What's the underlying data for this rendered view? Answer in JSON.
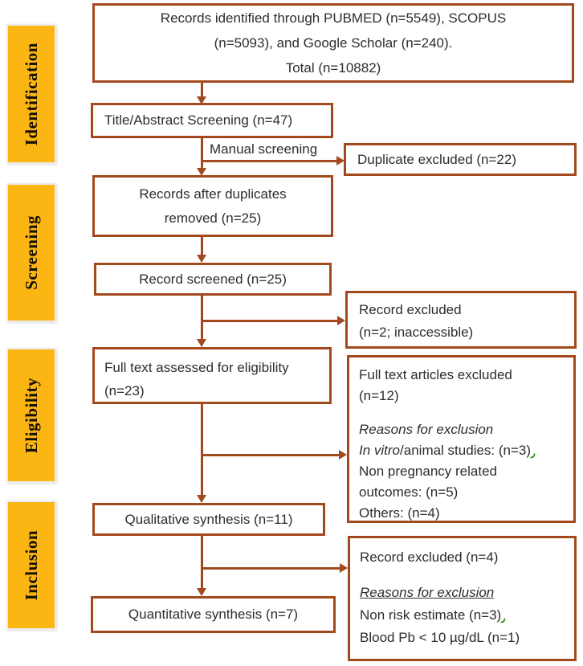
{
  "colors": {
    "box_border": "#a3491e",
    "arrow": "#a3491e",
    "stage_fill": "#fbb614",
    "stage_border": "#ececec",
    "text": "#2d2d2d",
    "artifact_green": "#3e9b25"
  },
  "stages": [
    {
      "label": "Identification"
    },
    {
      "label": "Screening"
    },
    {
      "label": "Eligibility"
    },
    {
      "label": "Inclusion"
    }
  ],
  "boxes": {
    "identified": {
      "lines": [
        "Records identified through PUBMED (n=5549), SCOPUS",
        "(n=5093), and Google Scholar  (n=240).",
        "Total (n=10882)"
      ]
    },
    "title_abstract": {
      "label": "Title/Abstract Screening (n=47)"
    },
    "duplicate_excluded": {
      "label": "Duplicate  excluded (n=22)"
    },
    "records_after_duplicates": {
      "lines": [
        "Records after duplicates",
        "removed (n=25)"
      ]
    },
    "record_screened": {
      "label": "Record screened (n=25)"
    },
    "record_excluded_screening": {
      "lines": [
        "Record excluded",
        "(n=2; inaccessible)"
      ]
    },
    "full_text_assessed": {
      "lines": [
        "Full text assessed for eligibility",
        "(n=23)"
      ]
    },
    "full_text_excluded": {
      "title_lines": [
        "Full text articles excluded",
        "(n=12)"
      ],
      "reasons_heading": "Reasons for exclusion",
      "reason1_italic": "In vitro",
      "reason1_rest": "/animal studies: (n=3)",
      "reason2_line1": "Non pregnancy related",
      "reason2_line2": "outcomes: (n=5)",
      "reason3": "Others: (n=4)"
    },
    "qualitative": {
      "label": "Qualitative synthesis (n=11)"
    },
    "record_excluded_inclusion": {
      "title": "Record excluded (n=4)",
      "reasons_heading": "Reasons for exclusion",
      "reason1": "Non risk estimate (n=3)",
      "reason2": "Blood Pb < 10  µg/dL  (n=1)"
    },
    "quantitative": {
      "label": "Quantitative synthesis (n=7)"
    }
  },
  "arrow_labels": {
    "manual_screening": "Manual screening"
  }
}
